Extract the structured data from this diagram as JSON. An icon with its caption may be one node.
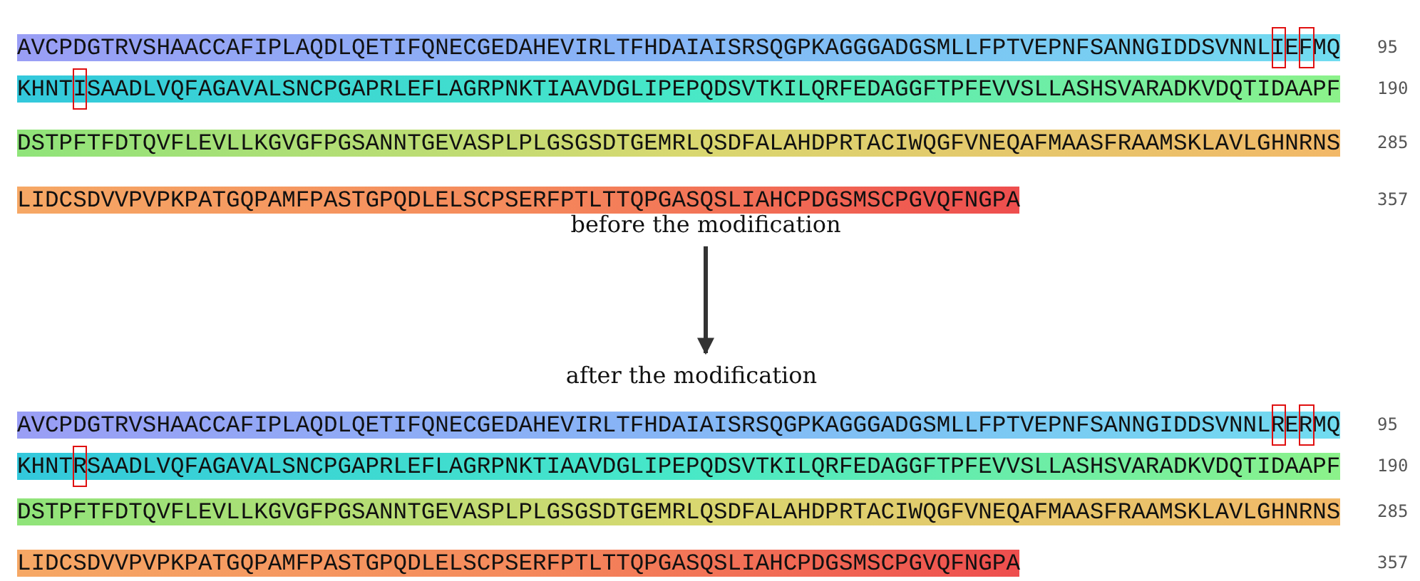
{
  "diagram": {
    "nodes": [
      {
        "text": [
          "before the modification"
        ]
      },
      {
        "text": [
          "after the modification"
        ]
      }
    ],
    "edges": [
      {
        "from": 0,
        "to": 1,
        "arrow": "to"
      }
    ],
    "labels": [
      "AVCPDGTRVSHAACCAFIPLAQDLQETIFQNECGEDAHEVIRLTFHDAIAISRSQGPKAGGGADGSMLLFPTVEPNFSANNGIDDSVNNLIEFMQ",
      "95",
      "KHNTISAADLVQFAGAVALSNCPGAPRLEFLAGRPNKTIAAVDGLIPEPQDSVTKILQRFEDAGGFTPFEVVSLLASHSVARADKVDQTIDAAPF",
      "190",
      "DSTPFTFDTQVFLEVLLKGVGFPGSANNTGEVASPLPLGSGSDTGEMRLQSDFALAHDPRTACIWQGFVNEQAFMAASFRAAMSKLAVLGHNRNS",
      "285",
      "LIDCSDVVPVPKPATGQPAMFPASTGPQDLELSCPSERFPTLTTQPGASQSLIAHCPDGSMSCPGVQFNGPA",
      "357",
      "AVCPDGTRVSHAACCAFIPLAQDLQETIFQNECGEDAHEVIRLTFHDAIAISRSQGPKAGGGADGSMLLFPTVEPNFSANNGIDDSVNNLRERMQ",
      "95",
      "KHNTRSAADLVQFAGAVALSNCPGAPRLEFLAGRPNKTIAAVDGLIPEPQDSVTKILQRFEDAGGFTPFEVVSLLASHSVARADKVDQTIDAAPF",
      "190",
      "DSTPFTFDTQVFLEVLLKGVGFPGSANNTGEVASPLPLGSGSDTGEMRLQSDFALAHDPRTACIWQGFVNEQAFMAASFRAAMSKLAVLGHNRNS",
      "285",
      "LIDCSDVVPVPKPATGQPAMFPASTGPQDLELSCPSERFPTLTTQPGASQSLIAHCPDGSMSCPGVQFNGPA",
      "357"
    ]
  }
}
